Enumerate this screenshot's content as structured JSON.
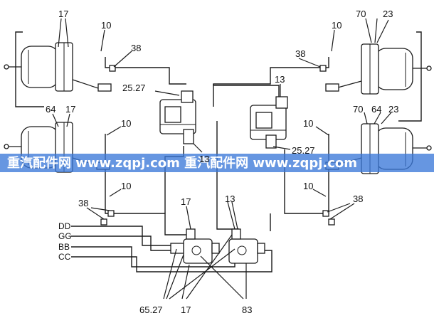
{
  "labels": {
    "top_left_17": "17",
    "top_left_10": "10",
    "top_left_38": "38",
    "top_right_70": "70",
    "top_right_23": "23",
    "top_right_10": "10",
    "top_right_38": "38",
    "left_relay_25_27": "25.27",
    "right_relay_13": "13",
    "mid_left_64": "64",
    "mid_left_17": "17",
    "mid_left_10": "10",
    "mid_right_70": "70",
    "mid_right_64": "64",
    "mid_right_23": "23",
    "mid_right_10": "10",
    "left_relay_13": "13",
    "right_relay_25_27": "25.27",
    "lower_left_10": "10",
    "lower_right_10": "10",
    "lower_left_38": "38",
    "lower_right_38": "38",
    "bottom_17": "17",
    "bottom_13": "13",
    "bottom_65_27": "65.27",
    "bottom_17b": "17",
    "bottom_83": "83"
  },
  "ports": [
    "DD",
    "GG",
    "BB",
    "CC"
  ],
  "watermark": "重汽配件网   www.zqpj.com   重汽配件网   www.zqpj.com",
  "colors": {
    "watermark_band": "#3b78d8",
    "line": "#1a1a1a"
  }
}
